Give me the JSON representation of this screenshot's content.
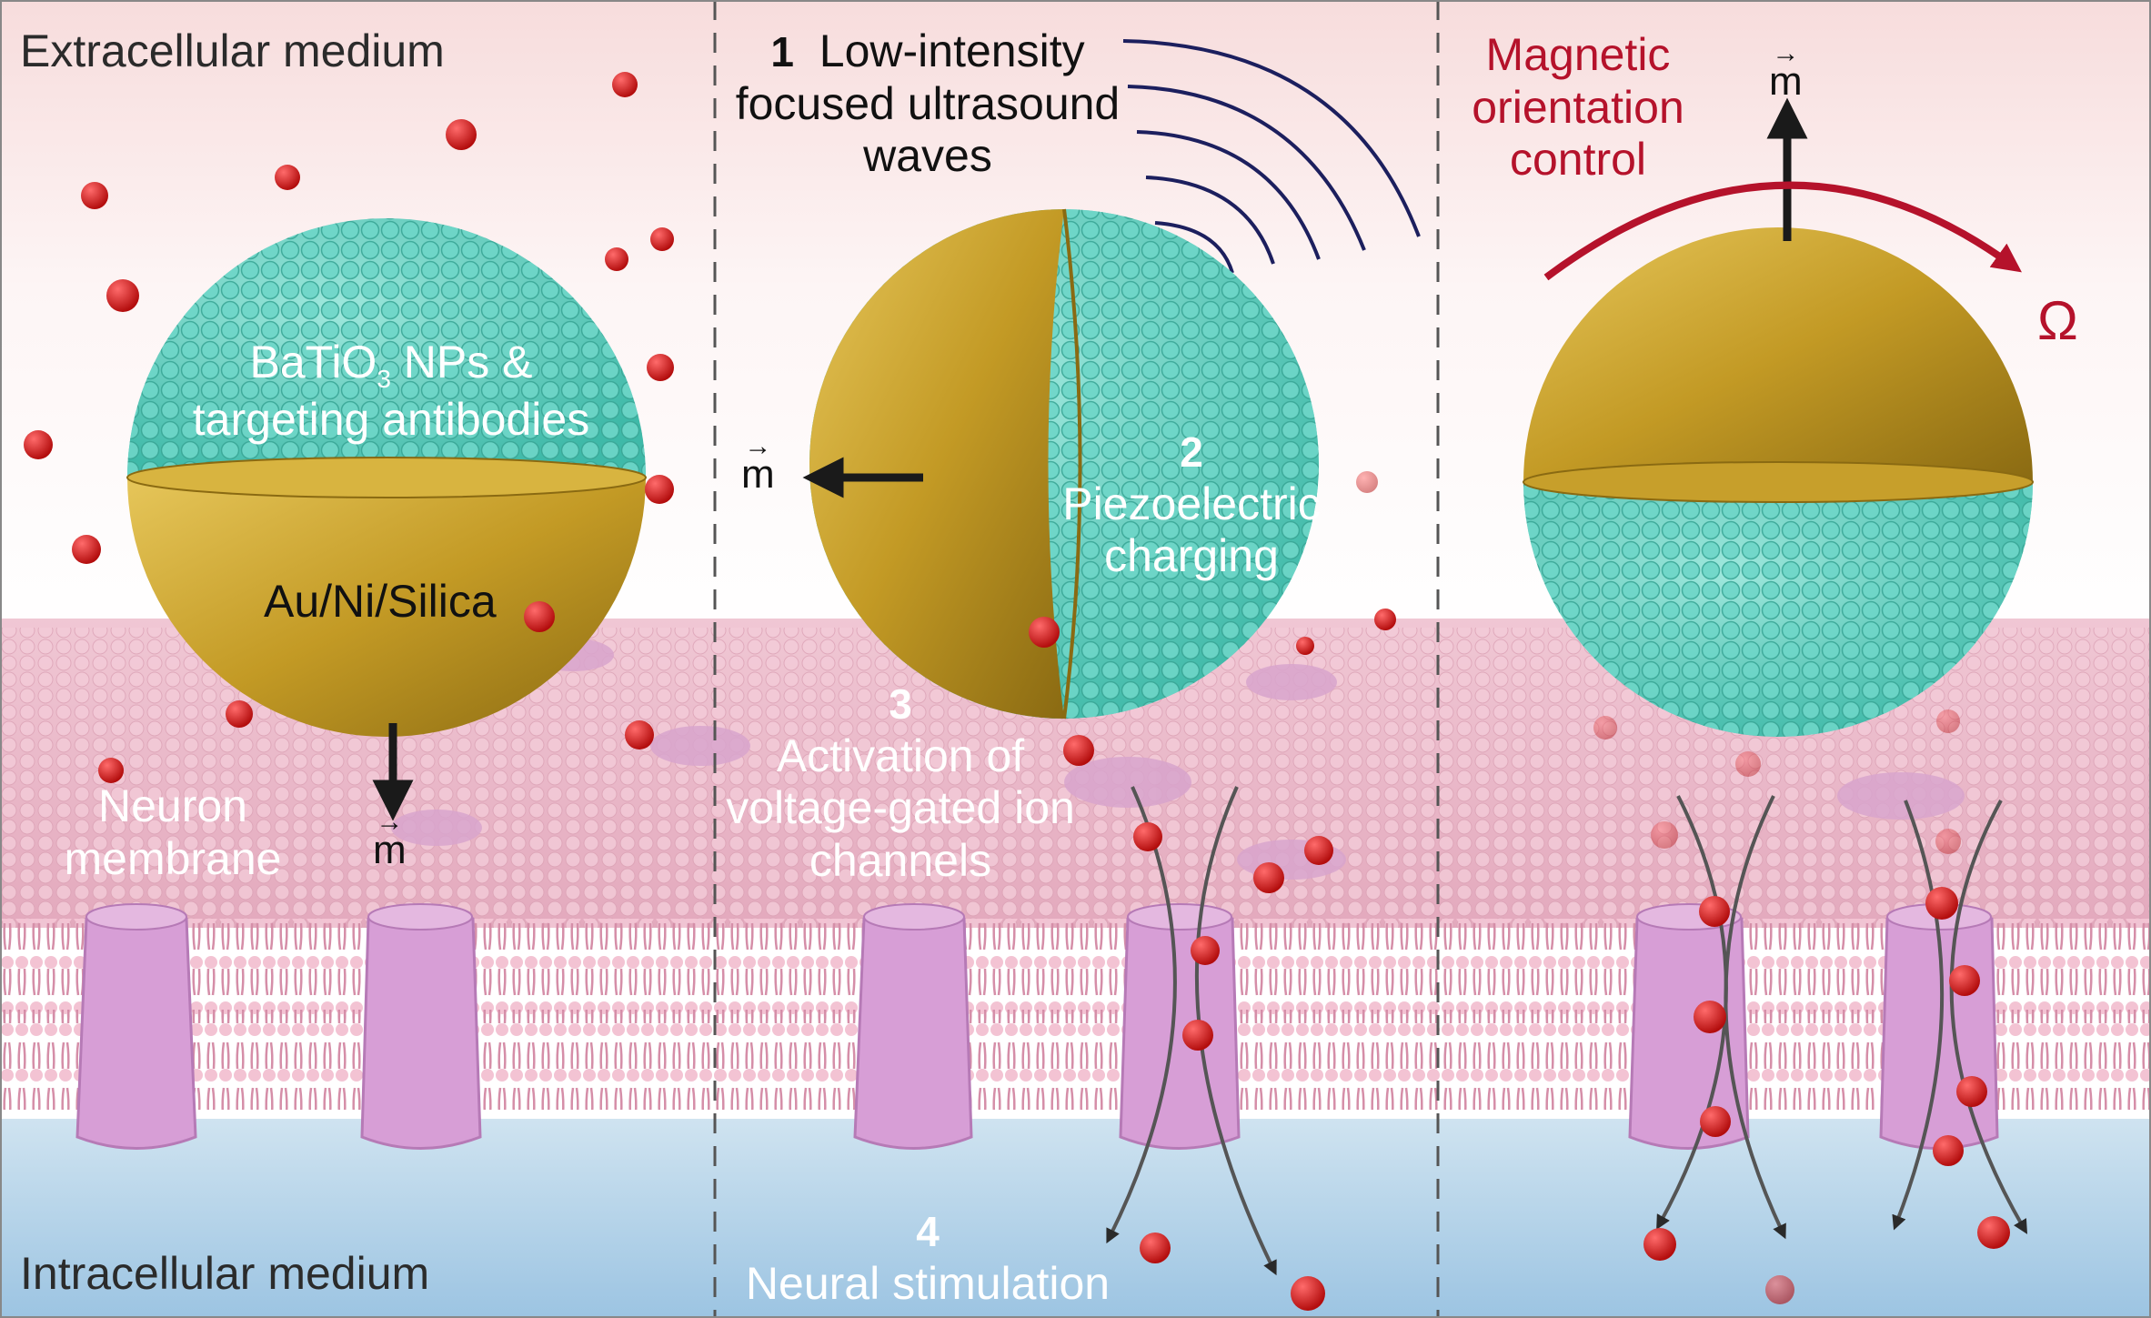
{
  "labels": {
    "extracellular": "Extracellular medium",
    "intracellular": "Intracellular medium",
    "batio_line1_a": "BaTiO",
    "batio_sub": "3",
    "batio_line1_b": " NPs &",
    "batio_line2": "targeting antibodies",
    "shell": "Au/Ni/Silica",
    "neuron_line1": "Neuron",
    "neuron_line2": "membrane",
    "m_symbol": "m",
    "m_arrow": "→",
    "step1_num": "1",
    "step1_line1": "Low-intensity",
    "step1_line2": "focused ultrasound",
    "step1_line3": "waves",
    "step2_num": "2",
    "step2_line1": "Piezoelectric",
    "step2_line2": "charging",
    "step3_num": "3",
    "step3_line1": "Activation of",
    "step3_line2": "voltage-gated ion",
    "step3_line3": "channels",
    "step4_num": "4",
    "step4_line1": "Neural stimulation",
    "magnetic_line1": "Magnetic",
    "magnetic_line2": "orientation",
    "magnetic_line3": "control",
    "omega": "Ω"
  },
  "colors": {
    "extracellular_top": "#f7dcdc",
    "membrane": "#eab6c8",
    "lipid_head": "#f1c4d4",
    "channel": "#d9a0d6",
    "intracellular": "#a9cde6",
    "nanoparticle": "#6ed6c8",
    "gold": "#c9a22e",
    "ion": "#d41a1a",
    "accent_red": "#b5122b",
    "divider": "#555555"
  }
}
